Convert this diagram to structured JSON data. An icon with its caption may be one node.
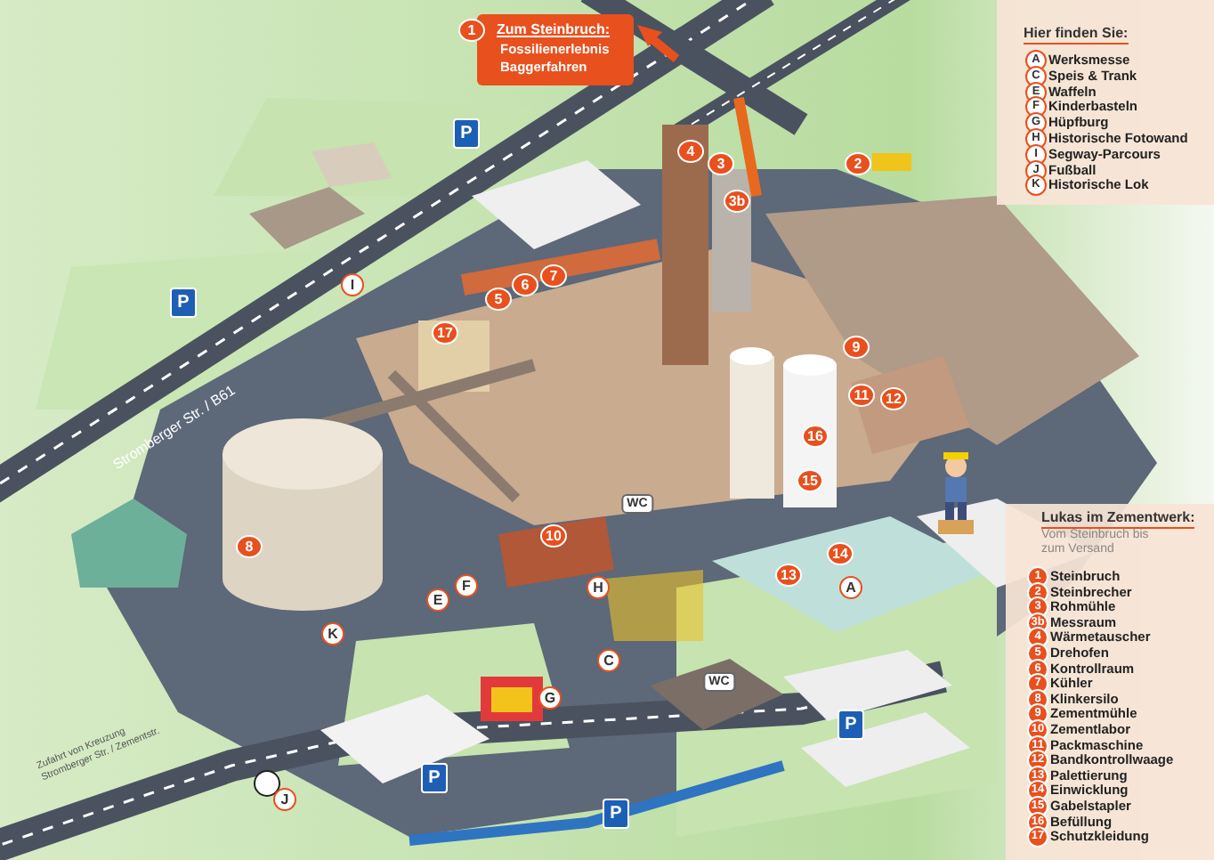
{
  "diagram": {
    "labels": [
      "1",
      "Zum Steinbruch:",
      "Fossilienerlebnis",
      "Baggerfahren",
      "Hier finden Sie:",
      "A",
      "Werksmesse",
      "C",
      "Speis & Trank",
      "E",
      "Waffeln",
      "F",
      "Kinderbasteln",
      "G",
      "Hüpfburg",
      "H",
      "Historische Fotowand",
      "I",
      "Segway-Parcours",
      "J",
      "Fußball",
      "K",
      "Historische Lok",
      "P",
      "4",
      "3",
      "2",
      "3b",
      "P",
      "I",
      "5",
      "6",
      "7",
      "Stromberger Str. / B61",
      "17",
      "9",
      "11",
      "12",
      "16",
      "15",
      "WC",
      "10",
      "8",
      "14",
      "13",
      "F",
      "H",
      "A",
      "E",
      "K",
      "C",
      "WC",
      "G",
      "P",
      "Zufahrt von Kreuzung Stromberger Str. / Zementstr.",
      "P",
      "J",
      "P",
      "Lukas im Zementwerk:",
      "Vom Steinbruch bis zum Versand",
      "1",
      "Steinbruch",
      "2",
      "Steinbrecher",
      "3",
      "Rohmühle",
      "3b",
      "Messraum",
      "4",
      "Wärmetauscher",
      "5",
      "Drehofen",
      "6",
      "Kontrollraum",
      "7",
      "Kühler",
      "8",
      "Klinkersilo",
      "9",
      "Zementmühle",
      "10",
      "Zementlabor",
      "11",
      "Packmaschine",
      "12",
      "Bandkontrollwaage",
      "13",
      "Palettierung",
      "14",
      "Einwicklung",
      "15",
      "Gabelstapler",
      "16",
      "Befüllung",
      "17",
      "Schutzkleidung"
    ]
  }
}
